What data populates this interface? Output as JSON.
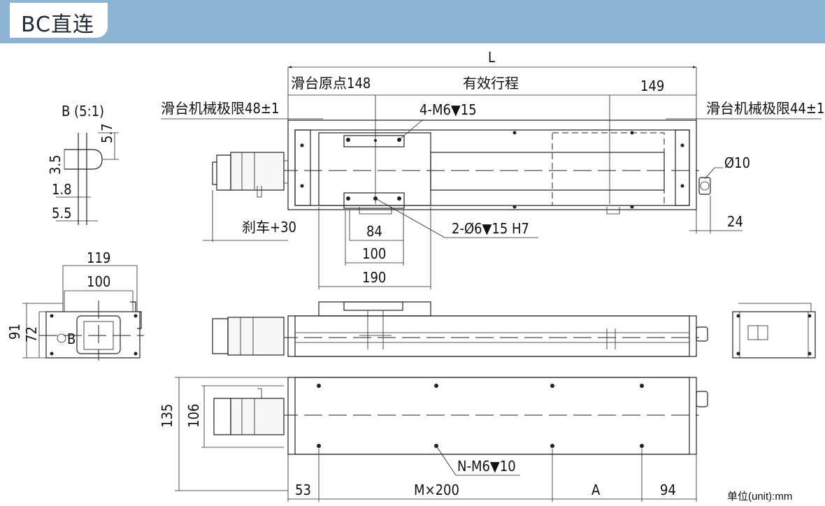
{
  "header": {
    "title": "BC直连"
  },
  "detail_view": {
    "label": "B (5:1)",
    "dims": [
      "3.5",
      "5.7",
      "1.8",
      "5.5"
    ]
  },
  "top_view": {
    "length": "L",
    "origin": "滑台原点148",
    "stroke": "有效行程",
    "end_offset": "149",
    "mech_limit_left": "滑台机械极限48±1",
    "mech_limit_right": "滑台机械极限44±1",
    "slider_holes": "4-M6▼15",
    "pin_holes": "2-Ø6▼15 H7",
    "diameter": "Ø10",
    "end_dim": "24",
    "brake": "刹车+30",
    "slider_dims": [
      "84",
      "100",
      "190"
    ]
  },
  "end_view": {
    "dims": [
      "119",
      "100",
      "91",
      "72"
    ],
    "detail_mark": "B"
  },
  "bottom_view": {
    "dims": [
      "135",
      "106"
    ],
    "mount_holes": "N-M6▼10",
    "spacing": [
      "53",
      "M×200",
      "A",
      "94"
    ]
  },
  "unit_note": "单位(unit):mm",
  "colors": {
    "header": "#8eb4d4",
    "line": "#222222"
  }
}
